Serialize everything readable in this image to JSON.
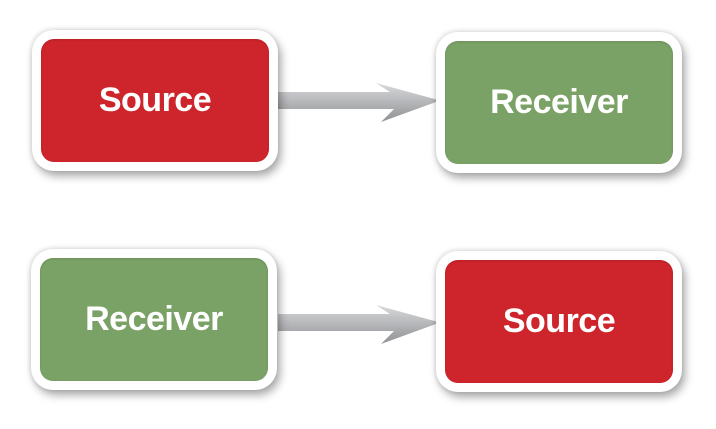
{
  "diagram": {
    "type": "flow",
    "colors": {
      "canvas_bg": "#ffffff",
      "source_fill": "#ce242b",
      "receiver_fill": "#7aa166",
      "node_border": "#ffffff",
      "label_text": "#ffffff",
      "arrow_light": "#d9dadc",
      "arrow_dark": "#909194"
    },
    "rows": [
      {
        "from": {
          "label": "Source",
          "role": "source"
        },
        "arrow": {
          "direction": "right"
        },
        "to": {
          "label": "Receiver",
          "role": "receiver"
        }
      },
      {
        "from": {
          "label": "Receiver",
          "role": "receiver"
        },
        "arrow": {
          "direction": "right"
        },
        "to": {
          "label": "Source",
          "role": "source"
        }
      }
    ]
  }
}
